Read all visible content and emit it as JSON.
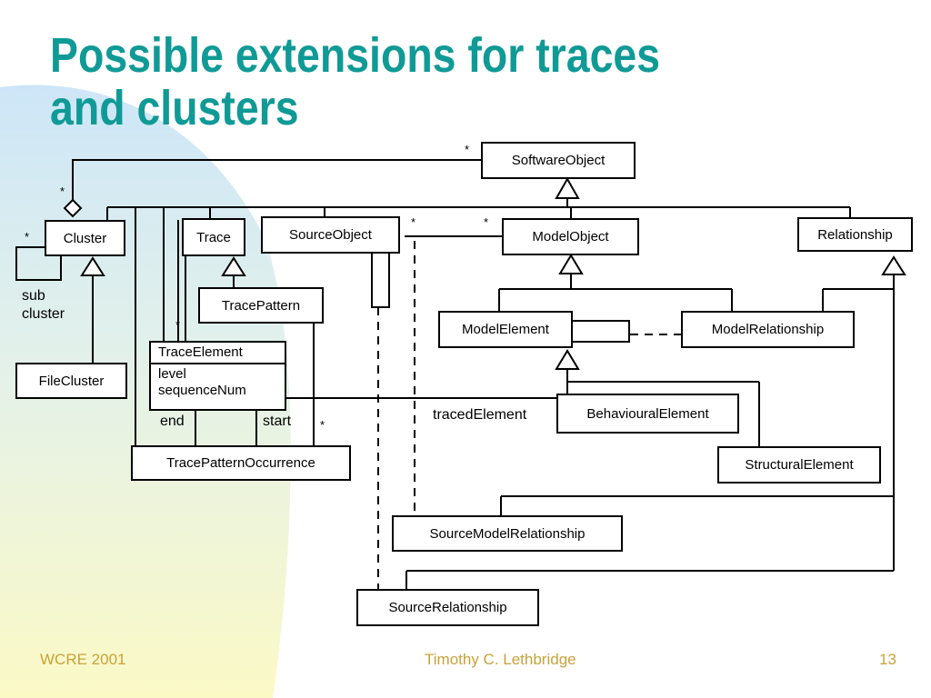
{
  "slide": {
    "title_line1": "Possible extensions for traces",
    "title_line2": "and clusters",
    "colors": {
      "title": "#109a96",
      "footer": "#c8a23a",
      "bg_blue": "#cfe8f6",
      "bg_yellow": "#fbf8c8"
    }
  },
  "classes": {
    "software_object": "SoftwareObject",
    "cluster": "Cluster",
    "trace": "Trace",
    "source_object": "SourceObject",
    "model_object": "ModelObject",
    "relationship": "Relationship",
    "trace_pattern": "TracePattern",
    "model_element": "ModelElement",
    "model_relationship": "ModelRelationship",
    "trace_element": {
      "name": "TraceElement",
      "attr1": "level",
      "attr2": "sequenceNum"
    },
    "file_cluster": "FileCluster",
    "behavioural_element": "BehaviouralElement",
    "structural_element": "StructuralElement",
    "trace_pattern_occurrence": "TracePatternOccurrence",
    "source_model_relationship": "SourceModelRelationship",
    "source_relationship": "SourceRelationship"
  },
  "labels": {
    "sub": "sub",
    "cluster_role": "cluster",
    "end": "end",
    "start": "start",
    "traced_element": "tracedElement",
    "multiplicity": "*"
  },
  "footer": {
    "left": "WCRE 2001",
    "center": "Timothy C. Lethbridge",
    "page": "13"
  }
}
